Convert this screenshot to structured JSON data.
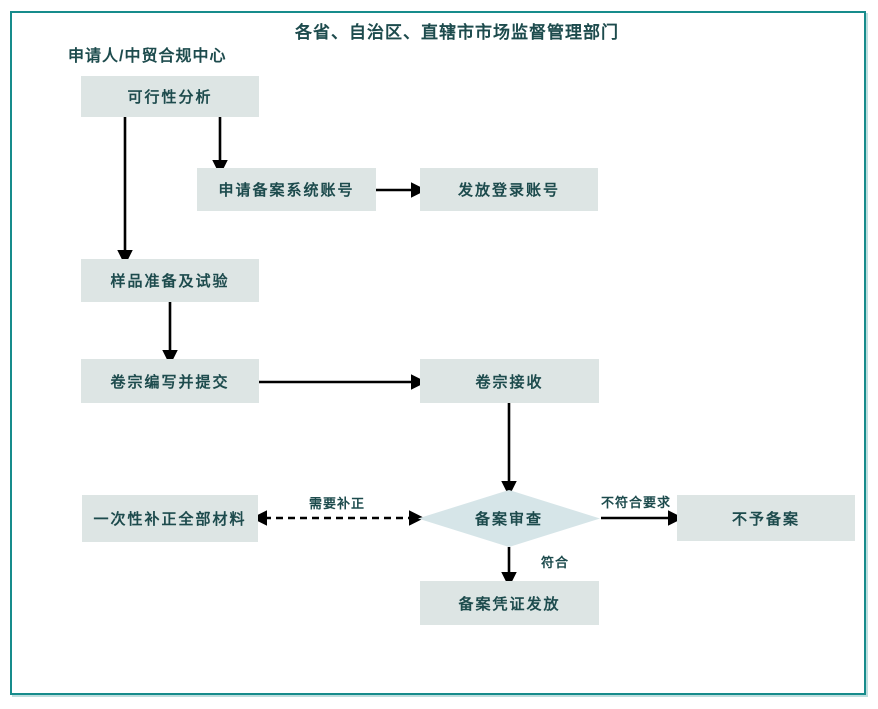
{
  "diagram": {
    "title": "各省、自治区、直辖市市场监督管理部门",
    "subtitle": "申请人/中贸合规中心",
    "nodes": {
      "feasibility": {
        "label": "可行性分析"
      },
      "apply_account": {
        "label": "申请备案系统账号"
      },
      "issue_account": {
        "label": "发放登录账号"
      },
      "sample_prep": {
        "label": "样品准备及试验"
      },
      "dossier_submit": {
        "label": "卷宗编写并提交"
      },
      "dossier_receive": {
        "label": "卷宗接收"
      },
      "review": {
        "label": "备案审查"
      },
      "supplement": {
        "label": "一次性补正全部材料"
      },
      "reject": {
        "label": "不予备案"
      },
      "certificate": {
        "label": "备案凭证发放"
      }
    },
    "edge_labels": {
      "need_supplement": "需要补正",
      "not_compliant": "不符合要求",
      "compliant": "符合"
    },
    "colors": {
      "frame_border": "#178c8c",
      "node_fill": "#dde5e4",
      "diamond_fill": "#d6e5e8",
      "text": "#1d4b4d",
      "arrow": "#000000"
    }
  }
}
